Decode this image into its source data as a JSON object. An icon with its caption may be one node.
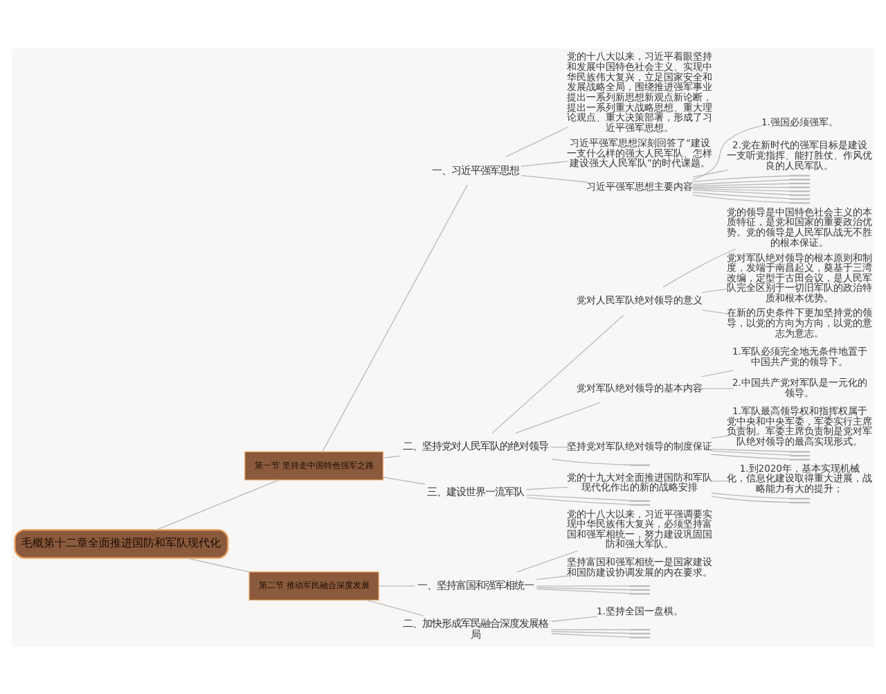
{
  "diagram": {
    "nodes": [
      {
        "text": [
          "毛概第十二章全面推进国防和军队现代化"
        ]
      },
      {
        "text": [
          "第一节 坚持走中国特色强军之路"
        ]
      },
      {
        "text": [
          "一、习近平强军思想"
        ]
      },
      {
        "text": [
          "党的十八大以来，习近平着眼坚持和发展中国特色社会主义、实现中华民族伟大复兴，立足国家安全和发展战略全局，围绕推进强军事业提出一系列新思想新观点新论断，提出一系列重大战略思想、重大理论观点、重大决策部署，形成了习近平强军思想。"
        ]
      },
      {
        "text": [
          "习近平强军思想深刻回答了“建设一支什么样的强大人民军队、怎样建设强大人民军队”的时代课题。"
        ]
      },
      {
        "text": [
          "习近平强军思想主要内容"
        ]
      },
      {
        "text": [
          "1.强国必须强军。"
        ]
      },
      {
        "text": [
          "2.党在新时代的强军目标是建设一支听党指挥、能打胜仗、作风优良的人民军队。"
        ]
      },
      {
        "text": [],
        "shape": "bar"
      },
      {
        "text": [],
        "shape": "bar"
      },
      {
        "text": [],
        "shape": "bar"
      },
      {
        "text": [],
        "shape": "bar"
      },
      {
        "text": [],
        "shape": "bar"
      },
      {
        "text": [],
        "shape": "bar"
      },
      {
        "text": [],
        "shape": "bar"
      },
      {
        "text": [],
        "shape": "bar"
      },
      {
        "text": [
          "二、坚持党对人民军队的绝对领导"
        ]
      },
      {
        "text": [
          "党对人民军队绝对领导的意义"
        ]
      },
      {
        "text": [
          "党的领导是中国特色社会主义的本质特征，是党和国家的重要政治优势。党的领导是人民军队战无不胜的根本保证。"
        ]
      },
      {
        "text": [
          "党对军队绝对领导的根本原则和制度，发端于南昌起义，奠基于三湾改编，定型于古田会议，是人民军队完全区别于一切旧军队的政治特质和根本优势。"
        ]
      },
      {
        "text": [
          "在新的历史条件下更加坚持党的领导，以党的方向为方向，以党的意志为意志。"
        ]
      },
      {
        "text": [
          "党对军队绝对领导的基本内容"
        ]
      },
      {
        "text": [
          "1.军队必须完全地无条件地置于中国共产党的领导下。"
        ]
      },
      {
        "text": [
          "2.中国共产党对军队是一元化的领导。"
        ]
      },
      {
        "text": [
          "坚持党对军队绝对领导的制度保证"
        ]
      },
      {
        "text": [
          "1.军队最高领导权和指挥权属于党中央和中央军委，军委实行主席负责制。军委主席负责制是党对军队绝对领导的最高实现形式。"
        ]
      },
      {
        "text": [],
        "shape": "bar"
      },
      {
        "text": [],
        "shape": "bar"
      },
      {
        "text": [],
        "shape": "bar"
      },
      {
        "text": [],
        "shape": "bar"
      },
      {
        "text": [
          "三、建设世界一流军队"
        ]
      },
      {
        "text": [
          "党的十九大对全面推进国防和军队现代化作出的新的战略安排"
        ]
      },
      {
        "text": [
          "1.到2020年，基本实现机械化，信息化建设取得重大进展，战略能力有大的提升；"
        ]
      },
      {
        "text": [],
        "shape": "bar"
      },
      {
        "text": [],
        "shape": "bar"
      },
      {
        "text": [],
        "shape": "bar"
      },
      {
        "text": [],
        "shape": "bar"
      },
      {
        "text": [
          "第二节 推动军民融合深度发展"
        ]
      },
      {
        "text": [
          "一、坚持富国和强军相统一"
        ]
      },
      {
        "text": [
          "党的十八大以来，习近平强调要实现中华民族伟大复兴，必须坚持富国和强军相统一，努力建设巩固国防和强大军队。"
        ]
      },
      {
        "text": [
          "坚持富国和强军相统一是国家建设和国防建设协调发展的内在要求。"
        ]
      },
      {
        "text": [],
        "shape": "bar"
      },
      {
        "text": [],
        "shape": "bar"
      },
      {
        "text": [],
        "shape": "bar"
      },
      {
        "text": [
          "二、加快形成军民融合深度发展格局"
        ]
      },
      {
        "text": [
          "1.坚持全国一盘棋。"
        ]
      },
      {
        "text": [],
        "shape": "bar"
      },
      {
        "text": [],
        "shape": "bar"
      },
      {
        "text": [],
        "shape": "bar"
      }
    ],
    "edges": [
      {
        "from": 0,
        "to": 1,
        "arrow": "none"
      },
      {
        "from": 1,
        "to": 2,
        "arrow": "none"
      },
      {
        "from": 2,
        "to": 3,
        "arrow": "none"
      },
      {
        "from": 2,
        "to": 4,
        "arrow": "none"
      },
      {
        "from": 2,
        "to": 5,
        "arrow": "none"
      },
      {
        "from": 5,
        "to": 6,
        "arrow": "none"
      },
      {
        "from": 5,
        "to": 7,
        "arrow": "none"
      },
      {
        "from": 5,
        "to": 8,
        "arrow": "none"
      },
      {
        "from": 5,
        "to": 9,
        "arrow": "none"
      },
      {
        "from": 5,
        "to": 10,
        "arrow": "none"
      },
      {
        "from": 5,
        "to": 11,
        "arrow": "none"
      },
      {
        "from": 5,
        "to": 12,
        "arrow": "none"
      },
      {
        "from": 5,
        "to": 13,
        "arrow": "none"
      },
      {
        "from": 5,
        "to": 14,
        "arrow": "none"
      },
      {
        "from": 5,
        "to": 15,
        "arrow": "none"
      },
      {
        "from": 1,
        "to": 16,
        "arrow": "none"
      },
      {
        "from": 16,
        "to": 17,
        "arrow": "none"
      },
      {
        "from": 17,
        "to": 18,
        "arrow": "none"
      },
      {
        "from": 17,
        "to": 19,
        "arrow": "none"
      },
      {
        "from": 17,
        "to": 20,
        "arrow": "none"
      },
      {
        "from": 16,
        "to": 21,
        "arrow": "none"
      },
      {
        "from": 21,
        "to": 22,
        "arrow": "none"
      },
      {
        "from": 21,
        "to": 23,
        "arrow": "none"
      },
      {
        "from": 16,
        "to": 24,
        "arrow": "none"
      },
      {
        "from": 24,
        "to": 25,
        "arrow": "none"
      },
      {
        "from": 24,
        "to": 26,
        "arrow": "none"
      },
      {
        "from": 24,
        "to": 27,
        "arrow": "none"
      },
      {
        "from": 24,
        "to": 28,
        "arrow": "none"
      },
      {
        "from": 16,
        "to": 29,
        "arrow": "none"
      },
      {
        "from": 1,
        "to": 30,
        "arrow": "none"
      },
      {
        "from": 30,
        "to": 31,
        "arrow": "none"
      },
      {
        "from": 31,
        "to": 32,
        "arrow": "none"
      },
      {
        "from": 31,
        "to": 33,
        "arrow": "none"
      },
      {
        "from": 31,
        "to": 34,
        "arrow": "none"
      },
      {
        "from": 30,
        "to": 35,
        "arrow": "none"
      },
      {
        "from": 30,
        "to": 36,
        "arrow": "none"
      },
      {
        "from": 0,
        "to": 37,
        "arrow": "none"
      },
      {
        "from": 37,
        "to": 38,
        "arrow": "none"
      },
      {
        "from": 38,
        "to": 39,
        "arrow": "none"
      },
      {
        "from": 38,
        "to": 40,
        "arrow": "none"
      },
      {
        "from": 38,
        "to": 41,
        "arrow": "none"
      },
      {
        "from": 38,
        "to": 42,
        "arrow": "none"
      },
      {
        "from": 38,
        "to": 43,
        "arrow": "none"
      },
      {
        "from": 37,
        "to": 44,
        "arrow": "none"
      },
      {
        "from": 44,
        "to": 45,
        "arrow": "none"
      },
      {
        "from": 44,
        "to": 46,
        "arrow": "none"
      },
      {
        "from": 44,
        "to": 47,
        "arrow": "none"
      },
      {
        "from": 44,
        "to": 48,
        "arrow": "none"
      }
    ]
  }
}
